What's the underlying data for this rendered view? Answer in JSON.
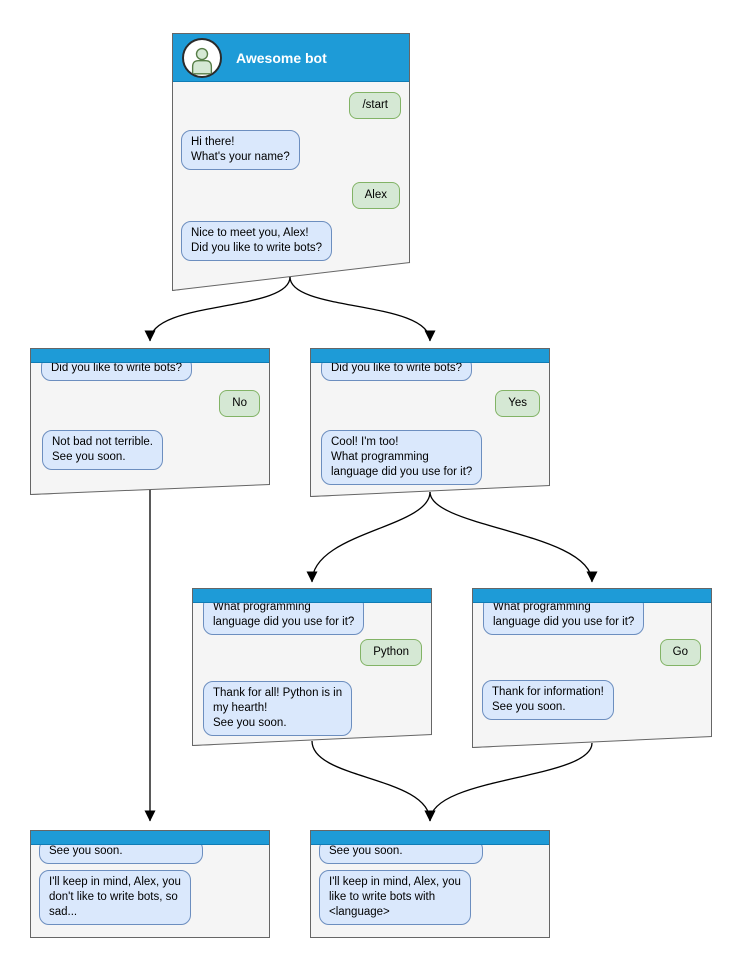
{
  "colors": {
    "header_blue": "#1e9bd7",
    "header_blue_dark": "#0f7cb5",
    "panel_bg": "#f5f5f5",
    "panel_border": "#666666",
    "bot_bubble_bg": "#dae8fc",
    "bot_bubble_border": "#6c8ebf",
    "user_bubble_bg": "#d5e8d4",
    "user_bubble_border": "#82b366"
  },
  "root_panel": {
    "title": "Awesome bot",
    "avatar_icon": "person-icon",
    "messages": [
      {
        "side": "user",
        "text": "/start"
      },
      {
        "side": "bot",
        "text": "Hi there!\nWhat's your name?"
      },
      {
        "side": "user",
        "text": "Alex"
      },
      {
        "side": "bot",
        "text": "Nice to meet you, Alex!\nDid you like to write bots?"
      }
    ]
  },
  "branch_no": {
    "messages": [
      {
        "side": "bot",
        "text": "Did you like to write bots?"
      },
      {
        "side": "user",
        "text": "No"
      },
      {
        "side": "bot",
        "text": "Not bad not terrible.\nSee you soon."
      }
    ]
  },
  "branch_yes": {
    "messages": [
      {
        "side": "bot",
        "text": "Did you like to write bots?"
      },
      {
        "side": "user",
        "text": "Yes"
      },
      {
        "side": "bot",
        "text": "Cool! I'm too!\nWhat programming\nlanguage did you use for it?"
      }
    ]
  },
  "branch_python": {
    "messages": [
      {
        "side": "bot",
        "text": "What programming\nlanguage did you use for it?"
      },
      {
        "side": "user",
        "text": "Python"
      },
      {
        "side": "bot",
        "text": "Thank for all! Python is in\nmy hearth!\nSee you soon."
      }
    ]
  },
  "branch_go": {
    "messages": [
      {
        "side": "bot",
        "text": "What programming\nlanguage did you use for it?"
      },
      {
        "side": "user",
        "text": "Go"
      },
      {
        "side": "bot",
        "text": "Thank for information!\nSee you soon."
      }
    ]
  },
  "end_no": {
    "messages": [
      {
        "side": "bot",
        "text": "See you soon."
      },
      {
        "side": "bot",
        "text": "I'll keep in mind, Alex, you\ndon't like to write bots, so\nsad..."
      }
    ]
  },
  "end_language": {
    "messages": [
      {
        "side": "bot",
        "text": "See you soon."
      },
      {
        "side": "bot",
        "text": "I'll keep in mind, Alex, you\nlike to write bots with\n<language>"
      }
    ]
  }
}
